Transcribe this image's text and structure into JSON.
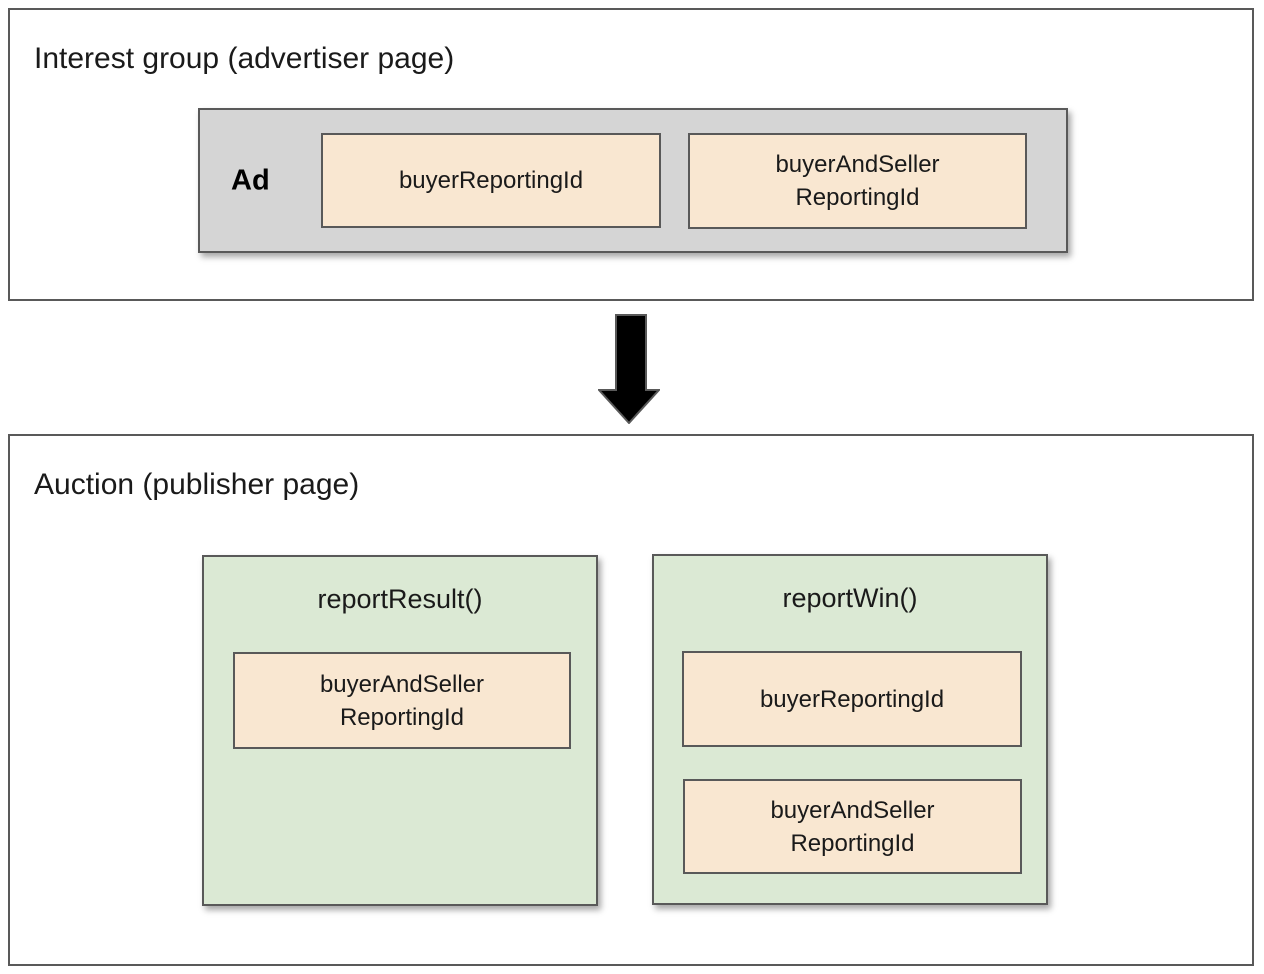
{
  "interest_group": {
    "title": "Interest group (advertiser page)",
    "ad_label": "Ad",
    "tokens": [
      "buyerReportingId",
      "buyerAndSeller\nReportingId"
    ]
  },
  "arrow": {
    "direction": "down"
  },
  "auction": {
    "title": "Auction (publisher page)",
    "functions": [
      {
        "name": "reportResult()",
        "tokens": [
          "buyerAndSeller\nReportingId"
        ]
      },
      {
        "name": "reportWin()",
        "tokens": [
          "buyerReportingId",
          "buyerAndSeller\nReportingId"
        ]
      }
    ]
  },
  "colors": {
    "box_border": "#595959",
    "ad_fill": "#d5d5d5",
    "token_fill": "#f9e7d1",
    "function_fill": "#dbe9d4",
    "arrow_fill": "#000000",
    "text": "#1a1a1a"
  }
}
